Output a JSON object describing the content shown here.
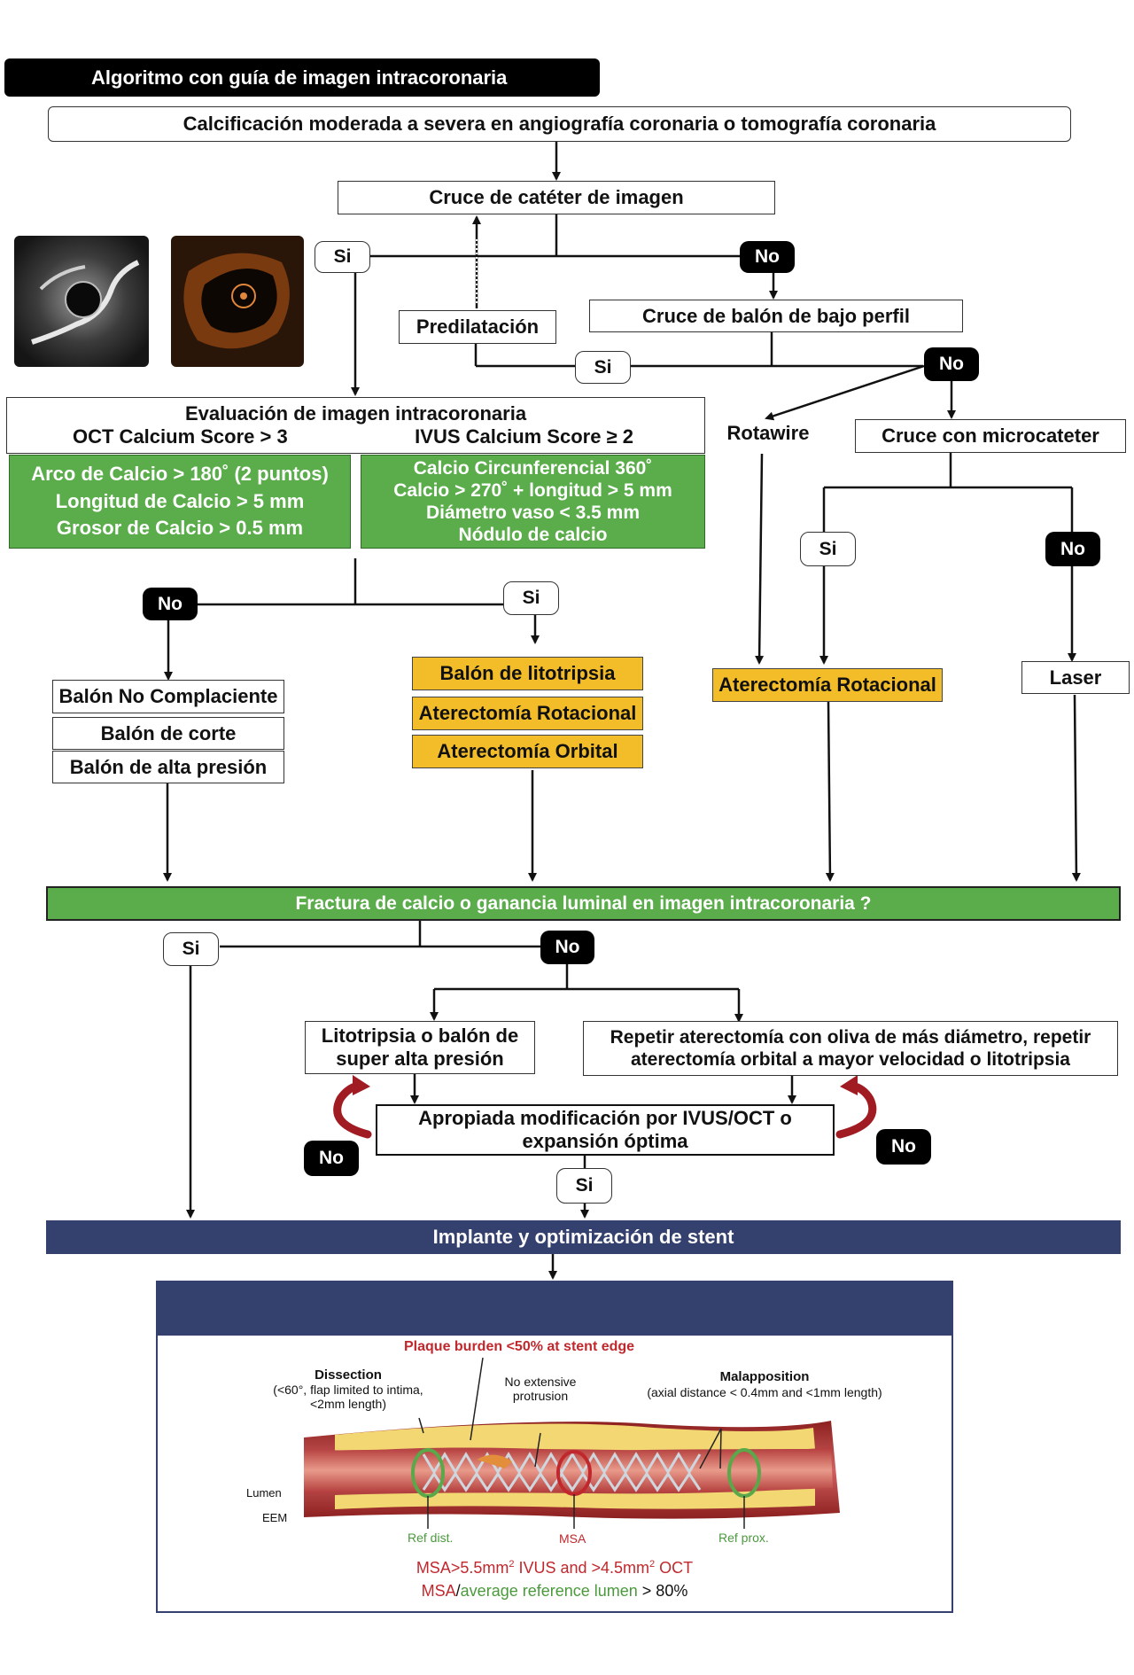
{
  "title": "Algoritmo con guía de imagen intracoronaria",
  "start_box": "Calcificación moderada a severa en angiografía coronaria o tomografía coronaria",
  "cruce_cateter": "Cruce de catéter de imagen",
  "labels": {
    "si": "Si",
    "no": "No"
  },
  "predilatacion": "Predilatación",
  "cruce_balon": "Cruce de balón de bajo perfil",
  "rotawire": "Rotawire",
  "cruce_microcateter": "Cruce con microcateter",
  "evaluacion": {
    "title": "Evaluación de imagen intracoronaria",
    "oct_score": "OCT Calcium Score > 3",
    "ivus_score": "IVUS Calcium Score ≥ 2"
  },
  "oct_criteria": [
    "Arco de Calcio > 180˚ (2 puntos)",
    "Longitud de Calcio > 5 mm",
    "Grosor de Calcio > 0.5 mm"
  ],
  "ivus_criteria": [
    "Calcio Circunferencial  360˚",
    "Calcio > 270˚ + longitud > 5 mm",
    "Diámetro vaso < 3.5 mm",
    "Nódulo de calcio"
  ],
  "no_branch_items": [
    "Balón No Complaciente",
    "Balón de corte",
    "Balón de alta presión"
  ],
  "si_branch_items": [
    "Balón de litotripsia",
    "Aterectomía Rotacional",
    "Aterectomía Orbital"
  ],
  "aterectomia_rotacional": "Aterectomía Rotacional",
  "laser": "Laser",
  "fractura_question": "Fractura de calcio o ganancia luminal en imagen intracoronaria ?",
  "litotripsia_box": [
    "Litotripsia o balón de",
    "super alta presión"
  ],
  "repetir_box": [
    "Repetir aterectomía con oliva de más diámetro, repetir",
    "aterectomía orbital a mayor velocidad o litotripsia"
  ],
  "apropiada_box": [
    "Apropiada modificación por IVUS/OCT o",
    "expansión óptima"
  ],
  "stent_bar": "Implante y optimización de stent",
  "stent_figure": {
    "plaque_burden": "Plaque burden <50% at stent edge",
    "dissection_title": "Dissection",
    "dissection_desc": [
      "(<60°, flap limited to intima,",
      "<2mm length)"
    ],
    "no_extensive": [
      "No extensive",
      "protrusion"
    ],
    "malapposition_title": "Malapposition",
    "malapposition_desc": "(axial distance < 0.4mm and <1mm length)",
    "lumen": "Lumen",
    "eem": "EEM",
    "ref_dist": "Ref dist.",
    "msa": "MSA",
    "ref_prox": "Ref prox.",
    "criteria_1_a": "MSA>5.5mm",
    "criteria_1_sup": "2",
    "criteria_1_b": " IVUS and >4.5mm",
    "criteria_1_c": " OCT",
    "criteria_2_msa": "MSA",
    "criteria_2_slash": "/",
    "criteria_2_ref": "average reference lumen",
    "criteria_2_end": " > 80%"
  },
  "colors": {
    "green": "#5aad4a",
    "yellow": "#f3bd2a",
    "navy": "#34406e",
    "red": "#c0282d",
    "stent_green": "#5aa84a"
  }
}
